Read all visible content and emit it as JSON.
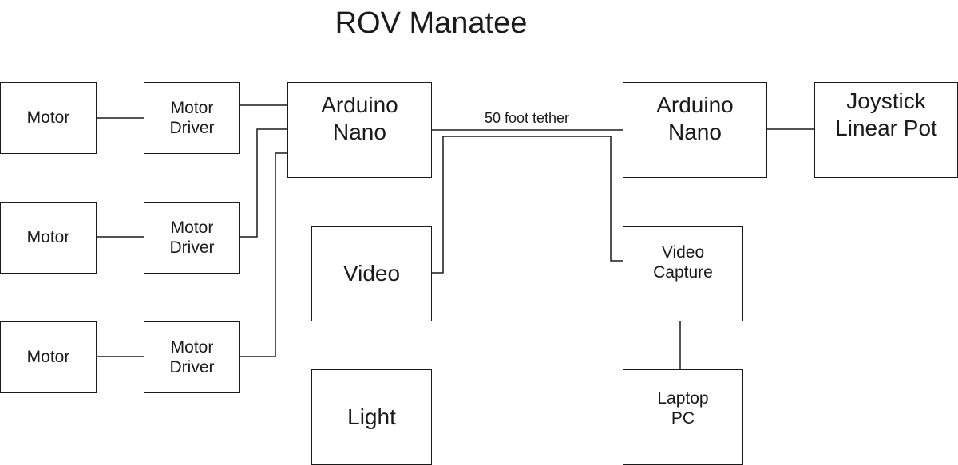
{
  "diagram": {
    "title": "ROV Manatee",
    "edge_color": "#1a1a1a",
    "nodes": {
      "motor_1": "Motor",
      "motor_2": "Motor",
      "motor_3": "Motor",
      "driver_1": "Motor\nDriver",
      "driver_2": "Motor\nDriver",
      "driver_3": "Motor\nDriver",
      "nano_rov": "Arduino\nNano",
      "nano_surface": "Arduino\nNano",
      "joystick": "Joystick\nLinear Pot",
      "video": "Video",
      "light": "Light",
      "video_capture": "Video\nCapture",
      "laptop": "Laptop\nPC"
    },
    "edges": [
      {
        "from": "motor_1",
        "to": "driver_1"
      },
      {
        "from": "motor_2",
        "to": "driver_2"
      },
      {
        "from": "motor_3",
        "to": "driver_3"
      },
      {
        "from": "driver_1",
        "to": "nano_rov"
      },
      {
        "from": "driver_2",
        "to": "nano_rov"
      },
      {
        "from": "driver_3",
        "to": "nano_rov"
      },
      {
        "from": "nano_rov",
        "to": "nano_surface",
        "label": "50 foot tether"
      },
      {
        "from": "nano_surface",
        "to": "joystick"
      },
      {
        "from": "video",
        "to": "video_capture"
      },
      {
        "from": "video_capture",
        "to": "laptop"
      }
    ]
  }
}
